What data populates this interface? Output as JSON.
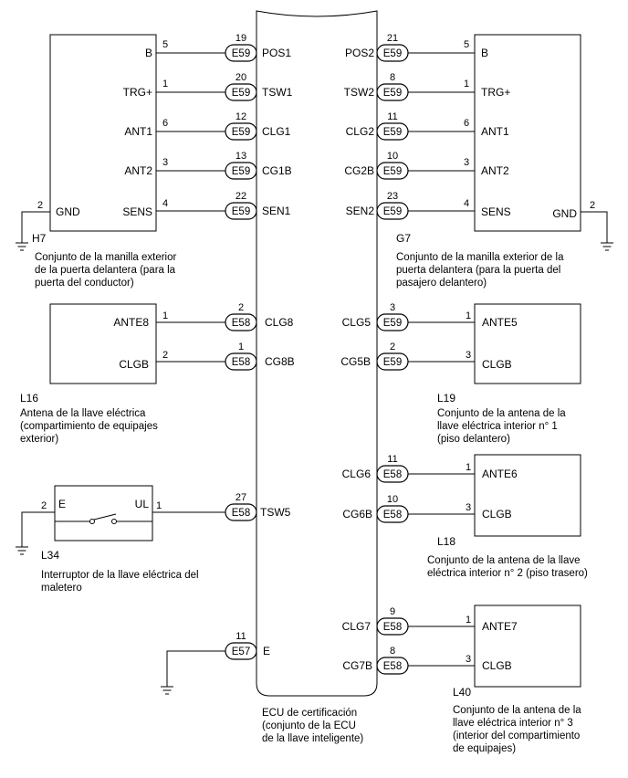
{
  "ecu": {
    "code_a": "E59",
    "code_b": "E58",
    "code_c": "E57",
    "caption": [
      "ECU de certificación",
      "(conjunto de la ECU",
      "de la llave inteligente)"
    ],
    "left_pins": [
      {
        "num": "19",
        "code": "E59",
        "label": "POS1"
      },
      {
        "num": "20",
        "code": "E59",
        "label": "TSW1"
      },
      {
        "num": "12",
        "code": "E59",
        "label": "CLG1"
      },
      {
        "num": "13",
        "code": "E59",
        "label": "CG1B"
      },
      {
        "num": "22",
        "code": "E59",
        "label": "SEN1"
      },
      {
        "num": "2",
        "code": "E58",
        "label": "CLG8"
      },
      {
        "num": "1",
        "code": "E58",
        "label": "CG8B"
      },
      {
        "num": "27",
        "code": "E58",
        "label": "TSW5"
      },
      {
        "num": "11",
        "code": "E57",
        "label": "E"
      }
    ],
    "right_pins": [
      {
        "num": "21",
        "code": "E59",
        "label": "POS2"
      },
      {
        "num": "8",
        "code": "E59",
        "label": "TSW2"
      },
      {
        "num": "11",
        "code": "E59",
        "label": "CLG2"
      },
      {
        "num": "10",
        "code": "E59",
        "label": "CG2B"
      },
      {
        "num": "23",
        "code": "E59",
        "label": "SEN2"
      },
      {
        "num": "3",
        "code": "E59",
        "label": "CLG5"
      },
      {
        "num": "2",
        "code": "E59",
        "label": "CG5B"
      },
      {
        "num": "11",
        "code": "E58",
        "label": "CLG6"
      },
      {
        "num": "10",
        "code": "E58",
        "label": "CG6B"
      },
      {
        "num": "9",
        "code": "E58",
        "label": "CLG7"
      },
      {
        "num": "8",
        "code": "E58",
        "label": "CG7B"
      }
    ]
  },
  "h7": {
    "id": "H7",
    "pins": [
      {
        "num": "5",
        "label": "B"
      },
      {
        "num": "1",
        "label": "TRG+"
      },
      {
        "num": "6",
        "label": "ANT1"
      },
      {
        "num": "3",
        "label": "ANT2"
      },
      {
        "num": "4",
        "label": "SENS"
      }
    ],
    "gnd_num": "2",
    "gnd_label": "GND",
    "caption": [
      "Conjunto de la manilla exterior",
      "de la puerta delantera (para la",
      "puerta del conductor)"
    ]
  },
  "g7": {
    "id": "G7",
    "pins": [
      {
        "num": "5",
        "label": "B"
      },
      {
        "num": "1",
        "label": "TRG+"
      },
      {
        "num": "6",
        "label": "ANT1"
      },
      {
        "num": "3",
        "label": "ANT2"
      },
      {
        "num": "4",
        "label": "SENS"
      }
    ],
    "gnd_num": "2",
    "gnd_label": "GND",
    "caption": [
      "Conjunto de la manilla exterior de la",
      "puerta delantera (para la puerta del",
      "pasajero delantero)"
    ]
  },
  "l16": {
    "id": "L16",
    "pins": [
      {
        "num": "1",
        "label": "ANTE8"
      },
      {
        "num": "2",
        "label": "CLGB"
      }
    ],
    "caption": [
      "Antena de la llave eléctrica",
      "(compartimiento de equipajes",
      "exterior)"
    ]
  },
  "l19": {
    "id": "L19",
    "pins": [
      {
        "num": "1",
        "label": "ANTE5"
      },
      {
        "num": "3",
        "label": "CLGB"
      }
    ],
    "caption": [
      "Conjunto de la antena de la",
      "llave eléctrica interior n° 1",
      "(piso delantero)"
    ]
  },
  "l18": {
    "id": "L18",
    "pins": [
      {
        "num": "1",
        "label": "ANTE6"
      },
      {
        "num": "3",
        "label": "CLGB"
      }
    ],
    "caption": [
      "Conjunto de la antena de la llave",
      "eléctrica interior n° 2 (piso trasero)"
    ]
  },
  "l34": {
    "id": "L34",
    "e_num": "2",
    "e_label": "E",
    "ul_num": "1",
    "ul_label": "UL",
    "caption": [
      "Interruptor de la llave eléctrica del",
      "maletero"
    ]
  },
  "l40": {
    "id": "L40",
    "pins": [
      {
        "num": "1",
        "label": "ANTE7"
      },
      {
        "num": "3",
        "label": "CLGB"
      }
    ],
    "caption": [
      "Conjunto de la antena de la",
      "llave eléctrica interior n° 3",
      "(interior del compartimiento",
      "de equipajes)"
    ]
  }
}
